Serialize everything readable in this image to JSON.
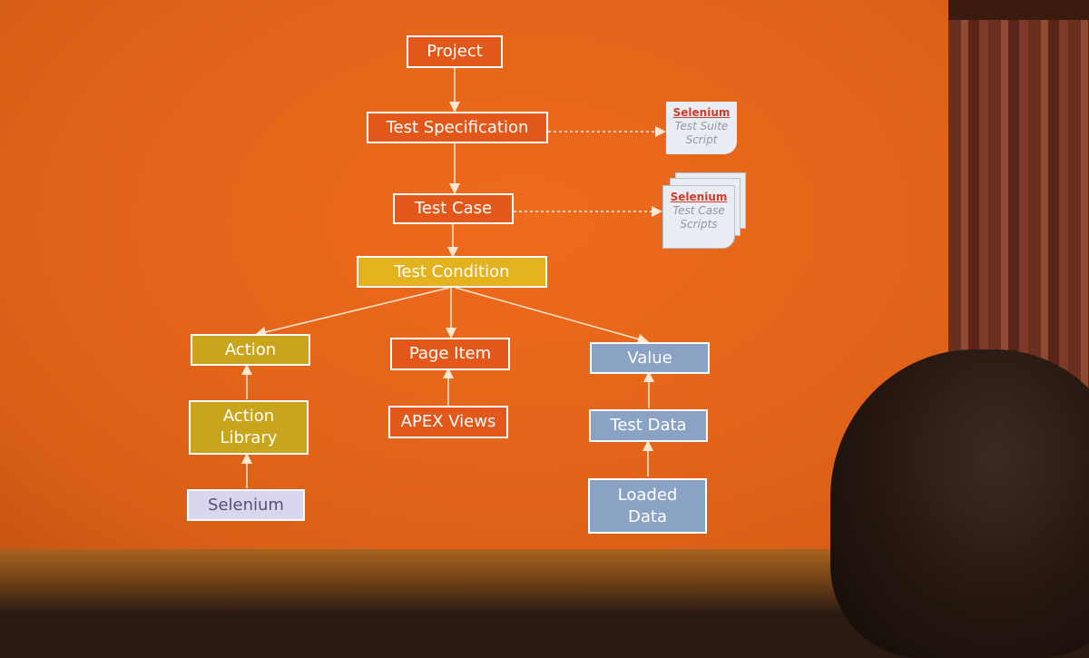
{
  "diagram": {
    "project": "Project",
    "test_specification": "Test Specification",
    "test_case": "Test Case",
    "test_condition": "Test Condition",
    "action": "Action",
    "page_item": "Page Item",
    "value": "Value",
    "action_library_line1": "Action",
    "action_library_line2": "Library",
    "apex_views": "APEX Views",
    "test_data": "Test Data",
    "selenium": "Selenium",
    "loaded_data_line1": "Loaded",
    "loaded_data_line2": "Data"
  },
  "docs": {
    "suite": {
      "brand": "Selenium",
      "line1": "Test Suite",
      "line2": "Script"
    },
    "cases": {
      "brand": "Selenium",
      "line1": "Test Case",
      "line2": "Scripts"
    }
  },
  "colors": {
    "orange_box": "#e2581a",
    "gold_box": "#e2b21f",
    "olive_box": "#c9a51d",
    "blue_box": "#8aa2c3",
    "lavender_box": "#d9d6f0"
  }
}
